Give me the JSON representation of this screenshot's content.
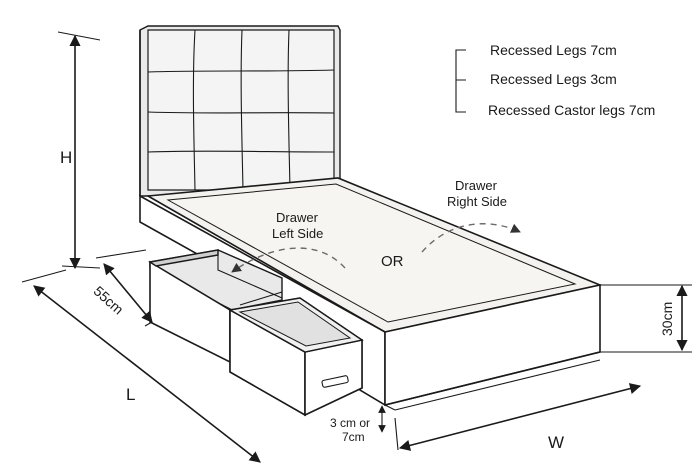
{
  "legend": {
    "items": [
      "Recessed Legs 7cm",
      "Recessed Legs 3cm",
      "Recessed Castor legs 7cm"
    ]
  },
  "dimensions": {
    "height": "H",
    "depth": "55cm",
    "length": "L",
    "width": "W",
    "base_height": "30cm",
    "leg_height_line1": "3 cm or",
    "leg_height_line2": "7cm"
  },
  "annotations": {
    "drawer_left_line1": "Drawer",
    "drawer_left_line2": "Left Side",
    "drawer_right_line1": "Drawer",
    "drawer_right_line2": "Right Side",
    "or": "OR"
  },
  "colors": {
    "line": "#1a1a1a",
    "headboard": "#ececec",
    "mattress_top": "#f3f2ee",
    "base_front": "#ffffff"
  }
}
